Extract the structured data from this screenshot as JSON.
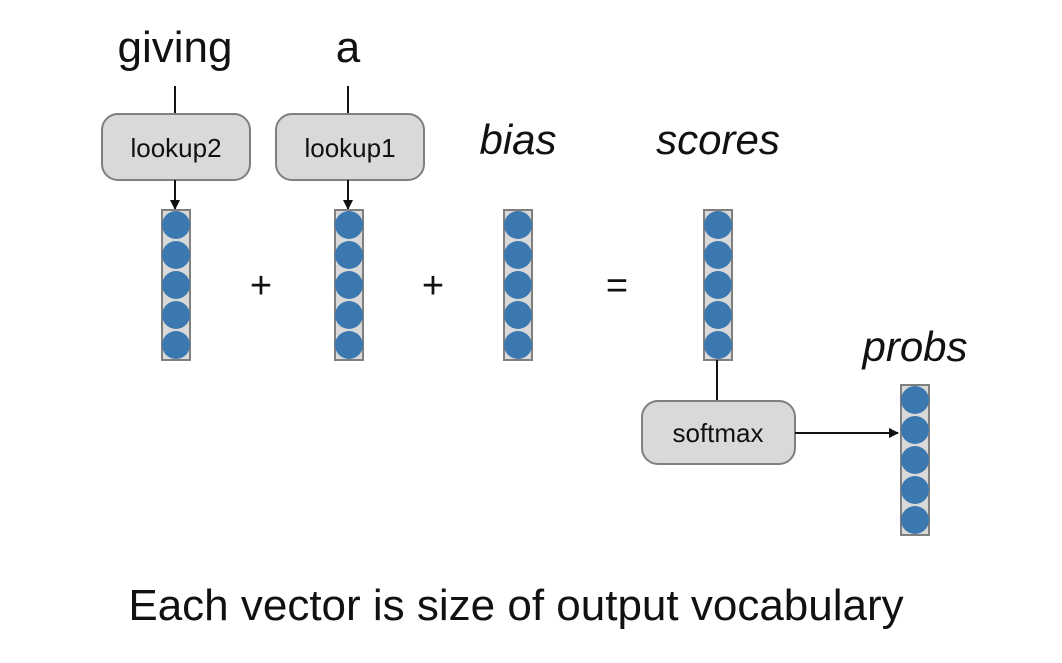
{
  "inputs": {
    "word1": "giving",
    "word2": "a"
  },
  "functions": {
    "lookup2": "lookup2",
    "lookup1": "lookup1",
    "softmax": "softmax"
  },
  "labels": {
    "bias": "bias",
    "scores": "scores",
    "probs": "probs"
  },
  "operators": {
    "plus1": "+",
    "plus2": "+",
    "equals": "="
  },
  "caption": "Each vector is size of output vocabulary",
  "colors": {
    "node": "#3b78b0",
    "box_fill": "#d9d9d9",
    "box_stroke": "#7f7f7f"
  }
}
